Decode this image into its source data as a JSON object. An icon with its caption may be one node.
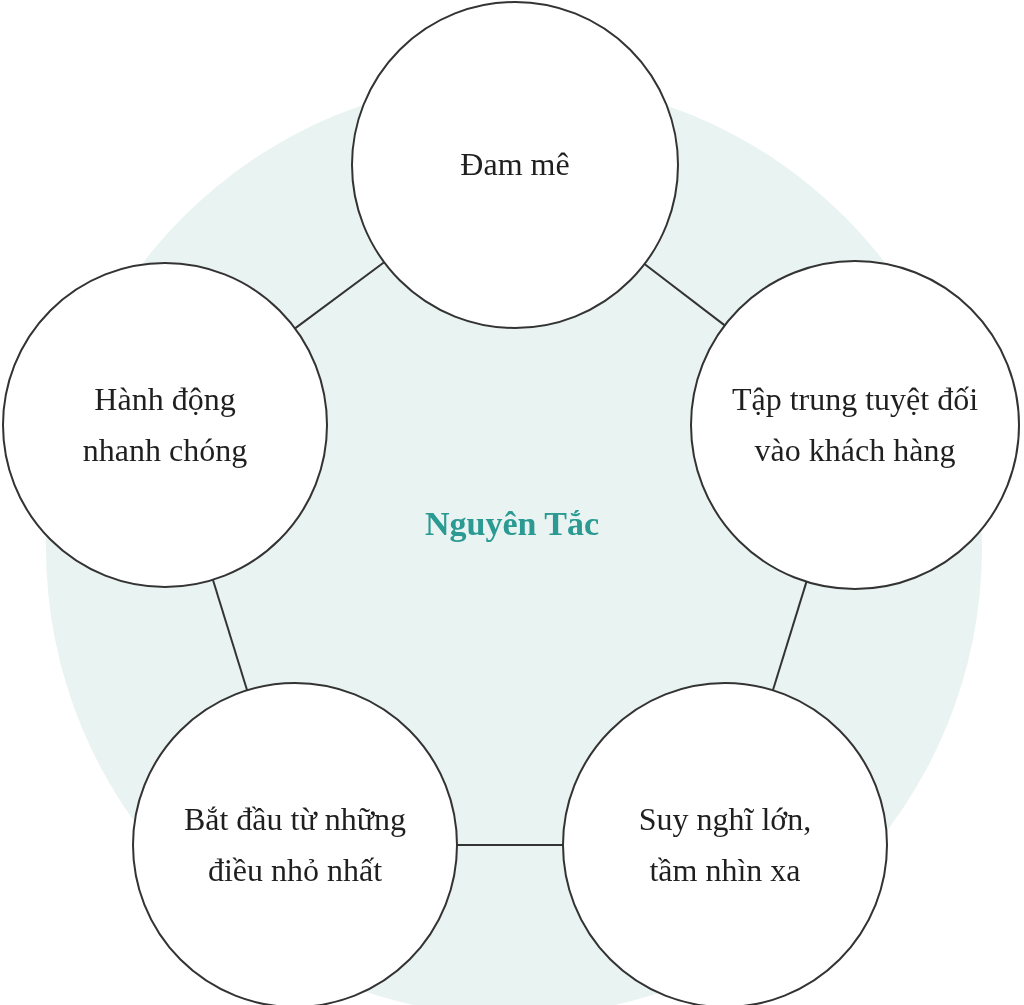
{
  "diagram": {
    "nodes": [
      {
        "text": [
          "Đam mê"
        ]
      },
      {
        "text": [
          "Hành động nhanh chóng"
        ]
      },
      {
        "text": [
          "Tập trung tuyệt đối vào khách hàng"
        ]
      },
      {
        "text": [
          "Bắt đầu từ những điều nhỏ nhất"
        ]
      },
      {
        "text": [
          "Suy nghĩ lớn, tầm nhìn xa"
        ]
      }
    ],
    "edges": [
      {
        "from": 0,
        "to": 2,
        "arrow": "none"
      },
      {
        "from": 2,
        "to": 4,
        "arrow": "none"
      },
      {
        "from": 4,
        "to": 3,
        "arrow": "none"
      },
      {
        "from": 3,
        "to": 1,
        "arrow": "none"
      },
      {
        "from": 1,
        "to": 0,
        "arrow": "none"
      }
    ],
    "labels": [
      "Nguyên Tắc"
    ]
  }
}
